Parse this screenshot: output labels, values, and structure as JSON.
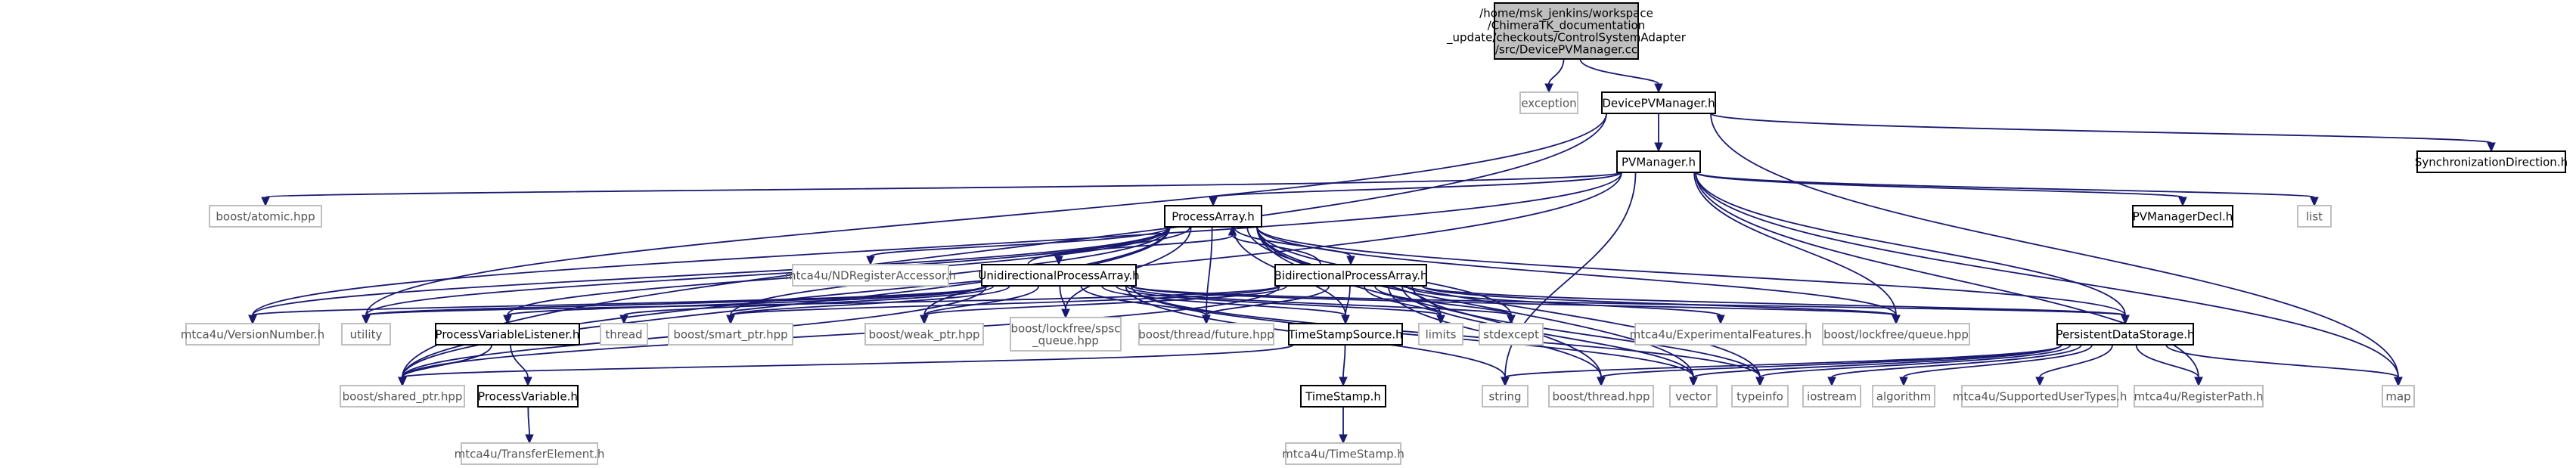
{
  "nodes": [
    {
      "id": "root",
      "label": "/home/msk_jenkins/workspace\n/ChimeraTK_documentation\n_update/checkouts/ControlSystemAdapter\n/src/DevicePVManager.cc",
      "style": "root"
    },
    {
      "id": "exc",
      "label": "exception",
      "style": "plain"
    },
    {
      "id": "dpvm",
      "label": "DevicePVManager.h",
      "style": "boxed"
    },
    {
      "id": "pvm",
      "label": "PVManager.h",
      "style": "boxed"
    },
    {
      "id": "syncdir",
      "label": "SynchronizationDirection.h",
      "style": "boxed"
    },
    {
      "id": "atomic",
      "label": "boost/atomic.hpp",
      "style": "plain"
    },
    {
      "id": "pa",
      "label": "ProcessArray.h",
      "style": "boxed"
    },
    {
      "id": "pvmdecl",
      "label": "PVManagerDecl.h",
      "style": "boxed"
    },
    {
      "id": "list",
      "label": "list",
      "style": "plain"
    },
    {
      "id": "ndreg",
      "label": "mtca4u/NDRegisterAccessor.h",
      "style": "plain"
    },
    {
      "id": "upa",
      "label": "UnidirectionalProcessArray.h",
      "style": "boxed"
    },
    {
      "id": "bpa",
      "label": "BidirectionalProcessArray.h",
      "style": "boxed"
    },
    {
      "id": "vernum",
      "label": "mtca4u/VersionNumber.h",
      "style": "plain"
    },
    {
      "id": "utility",
      "label": "utility",
      "style": "plain"
    },
    {
      "id": "pvl",
      "label": "ProcessVariableListener.h",
      "style": "boxed"
    },
    {
      "id": "thread",
      "label": "thread",
      "style": "plain"
    },
    {
      "id": "smartptr",
      "label": "boost/smart_ptr.hpp",
      "style": "plain"
    },
    {
      "id": "weakptr",
      "label": "boost/weak_ptr.hpp",
      "style": "plain"
    },
    {
      "id": "spsc",
      "label": "boost/lockfree/spsc\n_queue.hpp",
      "style": "plain"
    },
    {
      "id": "future",
      "label": "boost/thread/future.hpp",
      "style": "plain"
    },
    {
      "id": "tss",
      "label": "TimeStampSource.h",
      "style": "boxed"
    },
    {
      "id": "limits",
      "label": "limits",
      "style": "plain"
    },
    {
      "id": "stdexc",
      "label": "stdexcept",
      "style": "plain"
    },
    {
      "id": "expfeat",
      "label": "mtca4u/ExperimentalFeatures.h",
      "style": "plain"
    },
    {
      "id": "lfqueue",
      "label": "boost/lockfree/queue.hpp",
      "style": "plain"
    },
    {
      "id": "pds",
      "label": "PersistentDataStorage.h",
      "style": "boxed"
    },
    {
      "id": "sharedptr",
      "label": "boost/shared_ptr.hpp",
      "style": "plain"
    },
    {
      "id": "pv",
      "label": "ProcessVariable.h",
      "style": "boxed"
    },
    {
      "id": "string",
      "label": "string",
      "style": "plain"
    },
    {
      "id": "bthread",
      "label": "boost/thread.hpp",
      "style": "plain"
    },
    {
      "id": "vector",
      "label": "vector",
      "style": "plain"
    },
    {
      "id": "typeinfo",
      "label": "typeinfo",
      "style": "plain"
    },
    {
      "id": "iostream",
      "label": "iostream",
      "style": "plain"
    },
    {
      "id": "algorithm",
      "label": "algorithm",
      "style": "plain"
    },
    {
      "id": "suptypes",
      "label": "mtca4u/SupportedUserTypes.h",
      "style": "plain"
    },
    {
      "id": "regpath",
      "label": "mtca4u/RegisterPath.h",
      "style": "plain"
    },
    {
      "id": "map",
      "label": "map",
      "style": "plain"
    },
    {
      "id": "ts",
      "label": "TimeStamp.h",
      "style": "boxed"
    },
    {
      "id": "transel",
      "label": "mtca4u/TransferElement.h",
      "style": "plain"
    },
    {
      "id": "tsmtca",
      "label": "mtca4u/TimeStamp.h",
      "style": "plain"
    }
  ],
  "edges": [
    [
      "root",
      "exc"
    ],
    [
      "root",
      "dpvm"
    ],
    [
      "dpvm",
      "pvm"
    ],
    [
      "dpvm",
      "syncdir"
    ],
    [
      "dpvm",
      "map"
    ],
    [
      "dpvm",
      "sharedptr"
    ],
    [
      "dpvm",
      "utility"
    ],
    [
      "pvm",
      "atomic"
    ],
    [
      "pvm",
      "pa"
    ],
    [
      "pvm",
      "pvmdecl"
    ],
    [
      "pvm",
      "list"
    ],
    [
      "pvm",
      "map"
    ],
    [
      "pvm",
      "lfqueue"
    ],
    [
      "pvm",
      "regpath"
    ],
    [
      "pvm",
      "pds"
    ],
    [
      "pvm",
      "vernum"
    ],
    [
      "pvm",
      "sharedptr"
    ],
    [
      "pvm",
      "string"
    ],
    [
      "pa",
      "ndreg"
    ],
    [
      "pa",
      "upa"
    ],
    [
      "pa",
      "bpa"
    ],
    [
      "pa",
      "vernum"
    ],
    [
      "pa",
      "utility"
    ],
    [
      "pa",
      "pvl"
    ],
    [
      "pa",
      "smartptr"
    ],
    [
      "pa",
      "weakptr"
    ],
    [
      "pa",
      "spsc"
    ],
    [
      "pa",
      "future"
    ],
    [
      "pa",
      "tss"
    ],
    [
      "pa",
      "limits"
    ],
    [
      "pa",
      "stdexc"
    ],
    [
      "pa",
      "lfqueue"
    ],
    [
      "pa",
      "pds"
    ],
    [
      "pa",
      "sharedptr"
    ],
    [
      "pa",
      "typeinfo"
    ],
    [
      "pa",
      "vector"
    ],
    [
      "pa",
      "bthread"
    ],
    [
      "upa",
      "pa"
    ],
    [
      "upa",
      "vernum"
    ],
    [
      "upa",
      "utility"
    ],
    [
      "upa",
      "pvl"
    ],
    [
      "upa",
      "thread"
    ],
    [
      "upa",
      "smartptr"
    ],
    [
      "upa",
      "weakptr"
    ],
    [
      "upa",
      "spsc"
    ],
    [
      "upa",
      "future"
    ],
    [
      "upa",
      "tss"
    ],
    [
      "upa",
      "limits"
    ],
    [
      "upa",
      "stdexc"
    ],
    [
      "upa",
      "lfqueue"
    ],
    [
      "upa",
      "pds"
    ],
    [
      "upa",
      "sharedptr"
    ],
    [
      "upa",
      "typeinfo"
    ],
    [
      "upa",
      "vector"
    ],
    [
      "upa",
      "string"
    ],
    [
      "bpa",
      "pa"
    ],
    [
      "bpa",
      "utility"
    ],
    [
      "bpa",
      "smartptr"
    ],
    [
      "bpa",
      "weakptr"
    ],
    [
      "bpa",
      "future"
    ],
    [
      "bpa",
      "tss"
    ],
    [
      "bpa",
      "limits"
    ],
    [
      "bpa",
      "stdexc"
    ],
    [
      "bpa",
      "expfeat"
    ],
    [
      "bpa",
      "lfqueue"
    ],
    [
      "bpa",
      "pds"
    ],
    [
      "bpa",
      "vector"
    ],
    [
      "bpa",
      "sharedptr"
    ],
    [
      "bpa",
      "bthread"
    ],
    [
      "bpa",
      "typeinfo"
    ],
    [
      "pvl",
      "sharedptr"
    ],
    [
      "pvl",
      "pv"
    ],
    [
      "pv",
      "transel"
    ],
    [
      "tss",
      "ts"
    ],
    [
      "tss",
      "sharedptr"
    ],
    [
      "ts",
      "tsmtca"
    ],
    [
      "pds",
      "string"
    ],
    [
      "pds",
      "bthread"
    ],
    [
      "pds",
      "vector"
    ],
    [
      "pds",
      "typeinfo"
    ],
    [
      "pds",
      "iostream"
    ],
    [
      "pds",
      "algorithm"
    ],
    [
      "pds",
      "suptypes"
    ],
    [
      "pds",
      "regpath"
    ],
    [
      "pds",
      "map"
    ]
  ]
}
